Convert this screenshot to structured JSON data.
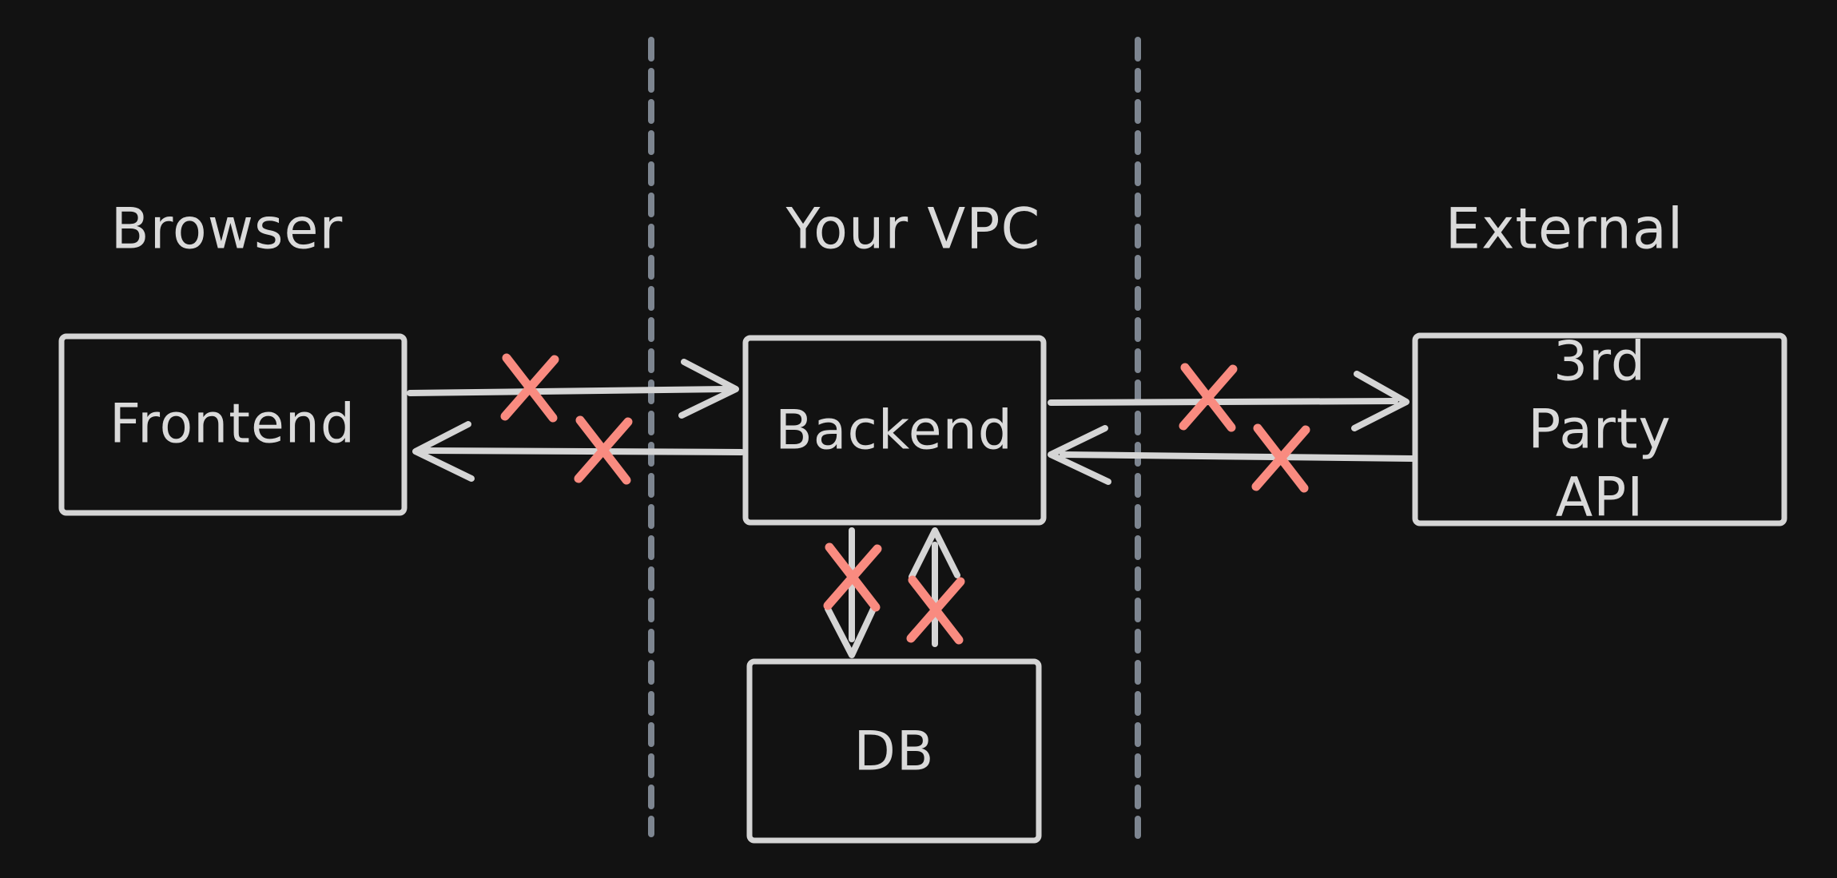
{
  "colors": {
    "background": "#121212",
    "stroke": "#d5d5d5",
    "text": "#dadada",
    "zone_divider": "#7d8590",
    "blocked_x": "#f98b80"
  },
  "zones": {
    "browser": {
      "label": "Browser"
    },
    "vpc": {
      "label": "Your VPC"
    },
    "external": {
      "label": "External"
    }
  },
  "nodes": {
    "frontend": {
      "label": "Frontend"
    },
    "backend": {
      "label": "Backend"
    },
    "third_party_api": {
      "label": "3rd Party\nAPI"
    },
    "db": {
      "label": "DB"
    }
  },
  "edges": [
    {
      "from": "Frontend",
      "to": "Backend",
      "direction": "right",
      "blocked": true
    },
    {
      "from": "Backend",
      "to": "Frontend",
      "direction": "left",
      "blocked": true
    },
    {
      "from": "Backend",
      "to": "3rd Party API",
      "direction": "right",
      "blocked": true
    },
    {
      "from": "3rd Party API",
      "to": "Backend",
      "direction": "left",
      "blocked": true
    },
    {
      "from": "Backend",
      "to": "DB",
      "direction": "down",
      "blocked": true
    },
    {
      "from": "DB",
      "to": "Backend",
      "direction": "up",
      "blocked": true
    }
  ]
}
